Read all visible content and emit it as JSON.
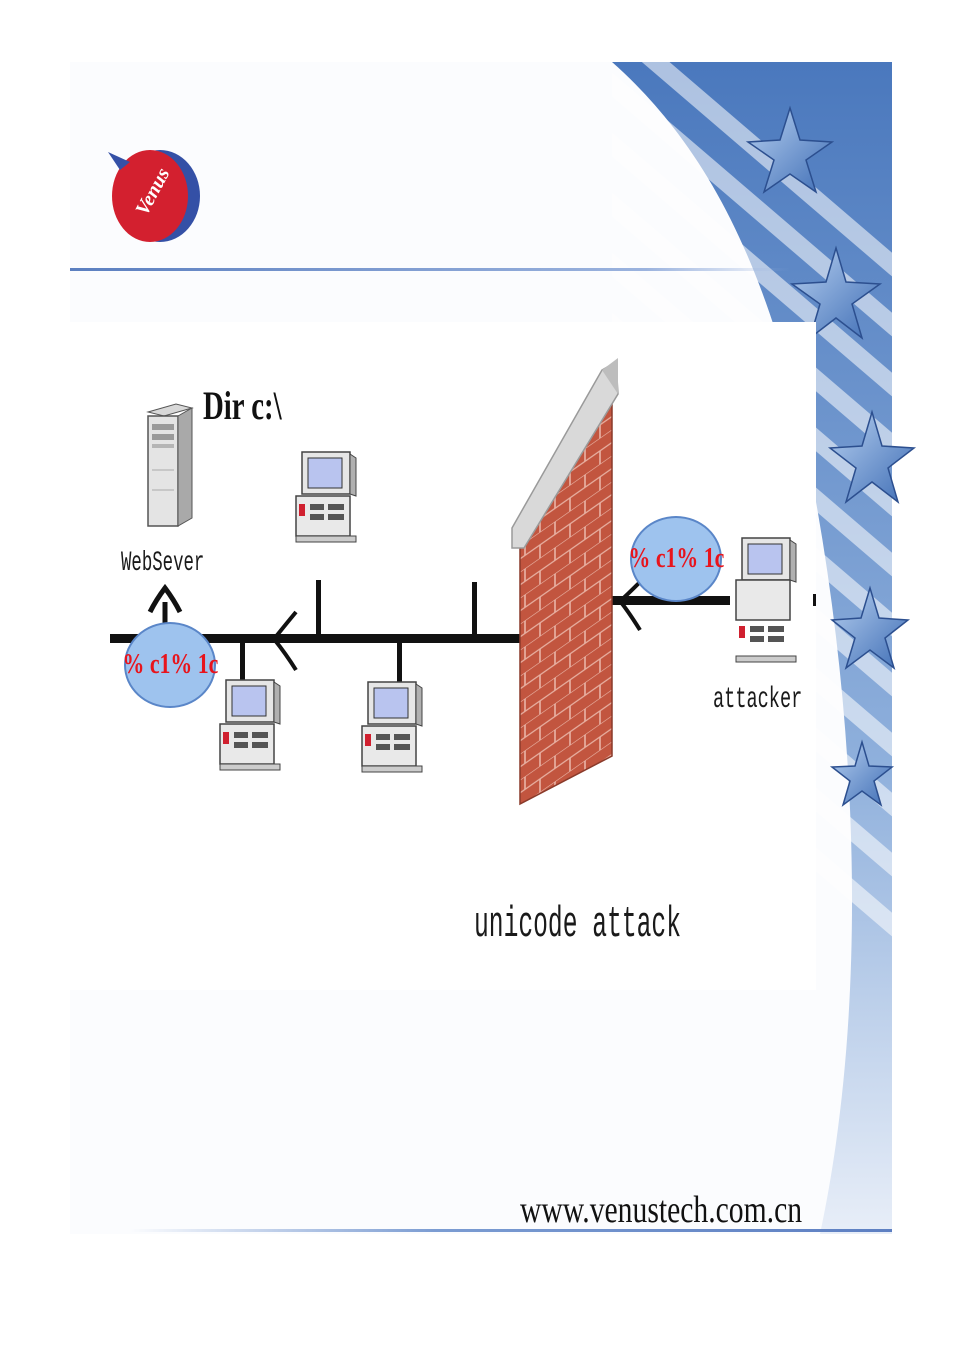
{
  "diagram": {
    "command_label": "Dir c:\\",
    "webserver_label": "WebSever",
    "attacker_label": "attacker",
    "payload_right": "% c1% 1c",
    "payload_left": "% c1% 1c",
    "caption": "unicode attack"
  },
  "footer": {
    "url": "www.venustech.com.cn"
  },
  "logo": {
    "text": "Venus"
  },
  "colors": {
    "brand_red": "#d0202f",
    "brand_blue": "#2f4a9a",
    "wall_brick": "#c0503c",
    "payload_text": "#e8141c",
    "payload_bubble": "#9ec3ee",
    "stripe_blue": "#3f6fb4"
  }
}
